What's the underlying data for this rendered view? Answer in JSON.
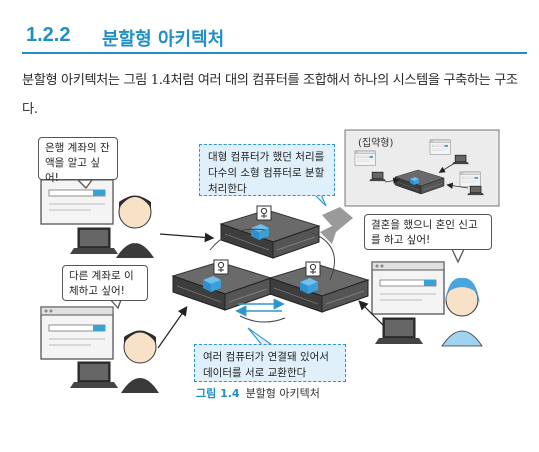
{
  "section": {
    "number": "1.2.2",
    "title": "분할형 아키텍처"
  },
  "paragraph": "분할형 아키텍처는 그림 1.4처럼 여러 대의 컴퓨터를 조합해서 하나의 시스템을 구축하는 구조다.",
  "figure": {
    "bubble_top_left": "은행 계좌의 잔액을 알고 싶어!",
    "bubble_bottom_left": "다른 계좌로 이체하고 싶어!",
    "bubble_right": "결혼을 했으니 혼인 신고를 하고 싶어!",
    "note_top": "대형 컴퓨터가 했던 처리를 다수의 소형 컴퓨터로 분할 처리한다",
    "note_bottom": "여러 컴퓨터가 연결돼 있어서 데이터를 서로 교환한다",
    "inset_label": "(집약형)",
    "caption_number": "그림 1.4",
    "caption_title": "분할형 아키텍처"
  },
  "colors": {
    "accent": "#1f8fc4",
    "note_fill": "#dff0fa",
    "monitor_frame": "#f2f2f2",
    "server_body": "#4a4a4a",
    "cube": "#3aa0d8",
    "inset_bg": "#ececec"
  }
}
